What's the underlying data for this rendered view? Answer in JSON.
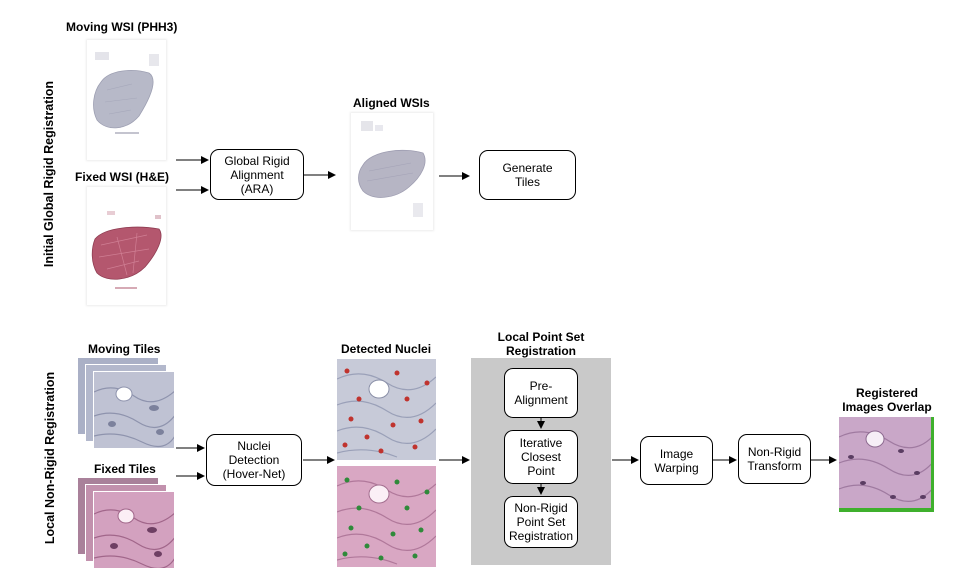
{
  "sections": {
    "top": "Initial Global Rigid Registration",
    "bottom": "Local Non-Rigid Registration"
  },
  "top": {
    "moving_label": "Moving WSI (PHH3)",
    "fixed_label": "Fixed WSI (H&E)",
    "aligned_label": "Aligned WSIs",
    "ara_box": "Global Rigid\nAlignment\n(ARA)",
    "tiles_box": "Generate\nTiles"
  },
  "bottom": {
    "moving_tiles_label": "Moving Tiles",
    "fixed_tiles_label": "Fixed Tiles",
    "detected_label": "Detected Nuclei",
    "nuclei_box": "Nuclei\nDetection\n(Hover-Net)",
    "lpsr_label": "Local Point Set\nRegistration",
    "prealign_box": "Pre-\nAlignment",
    "icp_box": "Iterative\nClosest\nPoint",
    "nrpsr_box": "Non-Rigid\nPoint Set\nRegistration",
    "warp_box": "Image\nWarping",
    "nrt_box": "Non-Rigid\nTransform",
    "overlay_label": "Registered\nImages Overlap"
  },
  "colors": {
    "panel_gray": "#c9c9c9",
    "phh3_tissue": "#b7b9c8",
    "he_tissue": "#b4576e",
    "nuclei_red": "#c0332e",
    "nuclei_green": "#2f8a3a",
    "overlap_green": "#3fb02d"
  }
}
